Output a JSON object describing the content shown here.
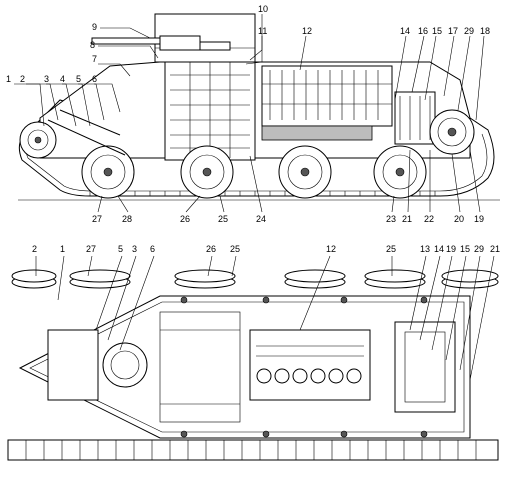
{
  "diagram": {
    "side_view_labels": [
      "1",
      "2",
      "3",
      "4",
      "5",
      "6",
      "7",
      "8",
      "9",
      "10",
      "11",
      "12",
      "14",
      "16",
      "15",
      "17",
      "29",
      "18",
      "27",
      "28",
      "26",
      "25",
      "24",
      "23",
      "21",
      "22",
      "20",
      "19"
    ],
    "top_view_labels": [
      "2",
      "1",
      "27",
      "5",
      "3",
      "6",
      "26",
      "25",
      "12",
      "25",
      "13",
      "14",
      "19",
      "15",
      "29",
      "21"
    ]
  }
}
